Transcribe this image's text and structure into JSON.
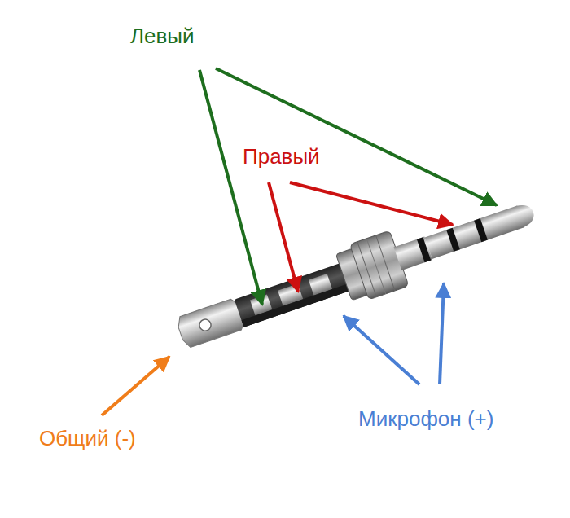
{
  "diagram": {
    "labels": [
      "Левый",
      "Правый",
      "Микрофон (+)",
      "Общий (-)"
    ]
  }
}
